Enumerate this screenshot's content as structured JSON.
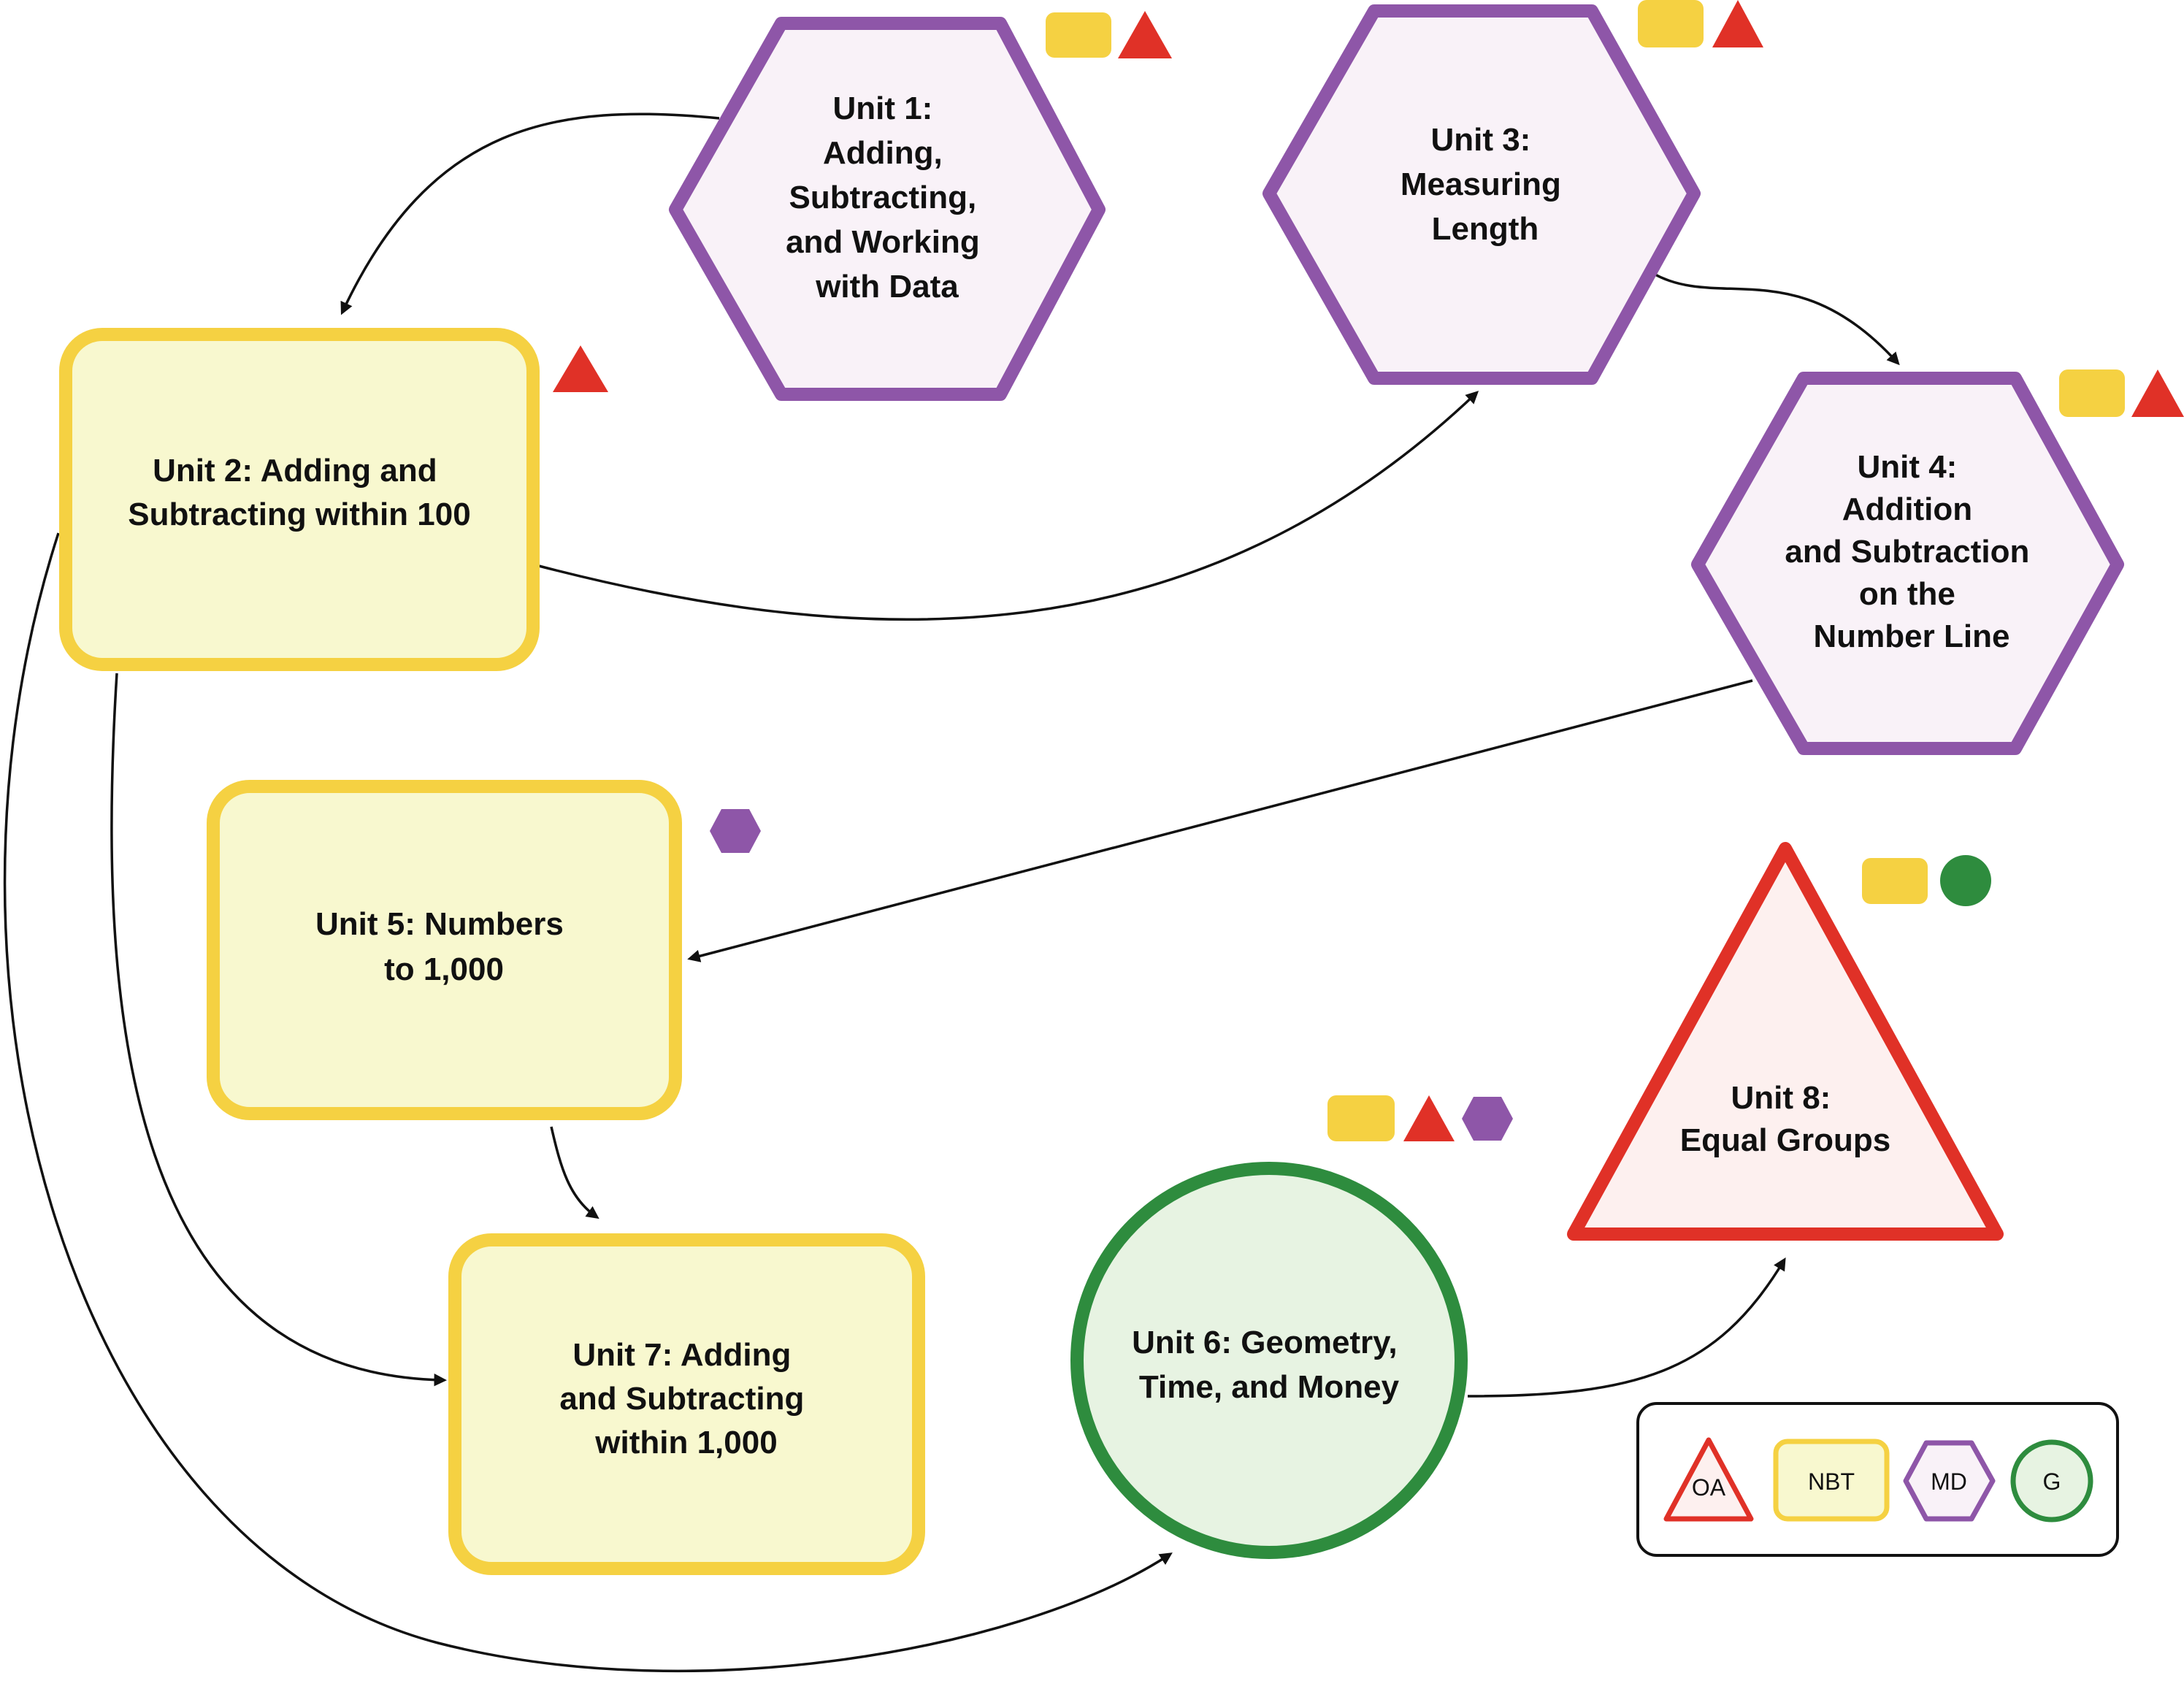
{
  "units": {
    "u1": {
      "lines": [
        "Unit 1:",
        "Adding,",
        "Subtracting,",
        "and Working",
        "with Data"
      ],
      "domains": [
        "NBT",
        "OA"
      ]
    },
    "u2": {
      "lines": [
        "Unit 2: Adding and",
        "Subtracting within 100"
      ],
      "domains": [
        "OA"
      ]
    },
    "u3": {
      "lines": [
        "Unit 3:",
        "Measuring",
        "Length"
      ],
      "domains": [
        "NBT",
        "OA"
      ]
    },
    "u4": {
      "lines": [
        "Unit 4:",
        "Addition",
        "and Subtraction",
        "on the",
        "Number Line"
      ],
      "domains": [
        "NBT",
        "OA"
      ]
    },
    "u5": {
      "lines": [
        "Unit 5: Numbers",
        "to 1,000"
      ],
      "domains": [
        "MD"
      ]
    },
    "u6": {
      "lines": [
        "Unit 6: Geometry,",
        "Time, and Money"
      ],
      "domains": [
        "NBT",
        "OA",
        "MD"
      ]
    },
    "u7": {
      "lines": [
        "Unit 7: Adding",
        "and Subtracting",
        "within 1,000"
      ],
      "domains": []
    },
    "u8": {
      "lines": [
        "Unit 8:",
        "Equal Groups"
      ],
      "domains": [
        "NBT",
        "G"
      ]
    }
  },
  "legend": {
    "oa": "OA",
    "nbt": "NBT",
    "md": "MD",
    "g": "G"
  },
  "colors": {
    "oa_stroke": "#e03127",
    "oa_fill": "#fdf0ef",
    "nbt_stroke": "#f5d142",
    "nbt_fill": "#f8f8cf",
    "md_stroke": "#8e56a8",
    "md_fill": "#f9f2f8",
    "g_stroke": "#2e8c3e",
    "g_fill": "#e7f3e2"
  }
}
